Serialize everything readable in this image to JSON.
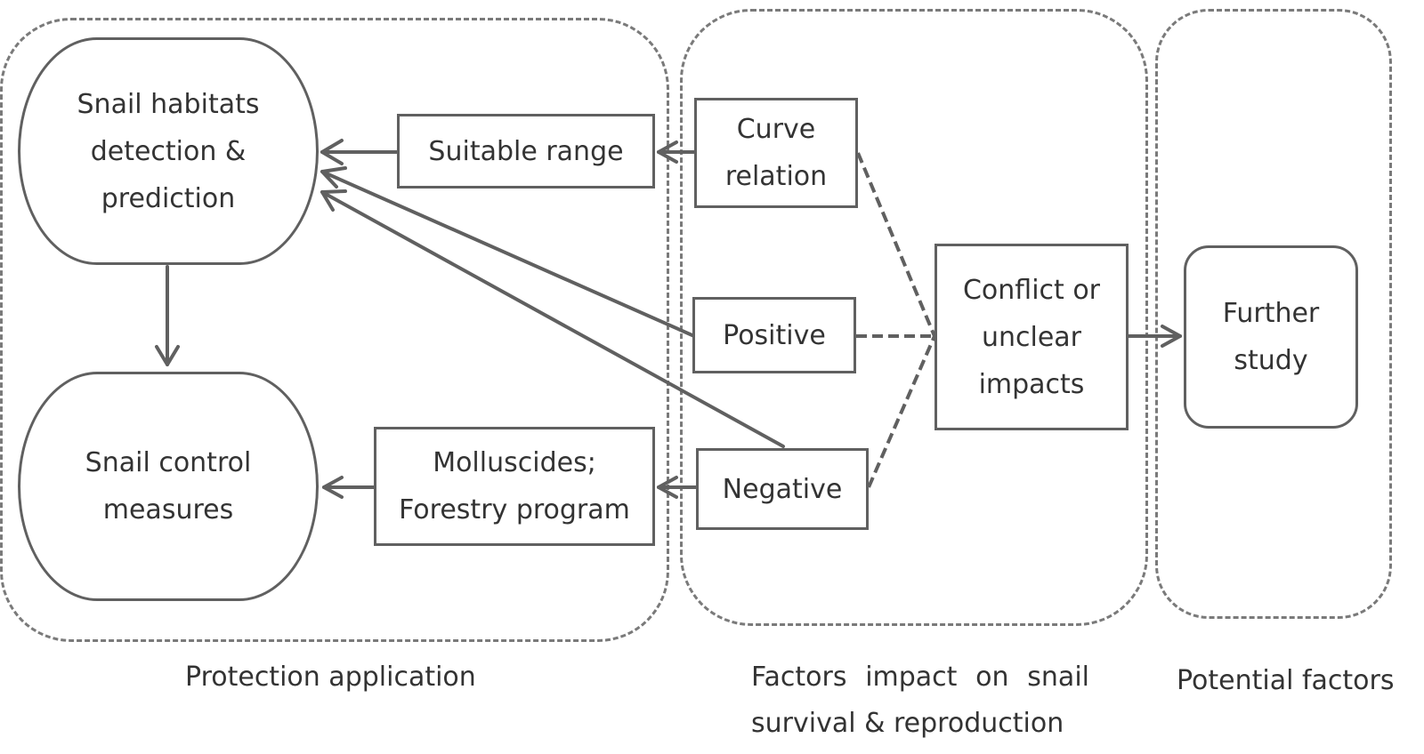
{
  "groups": {
    "protection": {
      "caption": "Protection application"
    },
    "factors": {
      "caption": "Factors  impact  on  snail survival & reproduction"
    },
    "potential": {
      "caption": "Potential factors"
    }
  },
  "nodes": {
    "snail_habitats": "Snail habitats\ndetection &\nprediction",
    "snail_control": "Snail control\nmeasures",
    "suitable_range": "Suitable range",
    "molluscides": "Molluscides;\nForestry program",
    "curve_relation": "Curve\nrelation",
    "positive": "Positive",
    "negative": "Negative",
    "conflict": "Conflict or\nunclear\nimpacts",
    "further_study": "Further\nstudy"
  },
  "colors": {
    "line": "#606060",
    "dashed_border": "#7a7a7a",
    "text": "#333333"
  }
}
